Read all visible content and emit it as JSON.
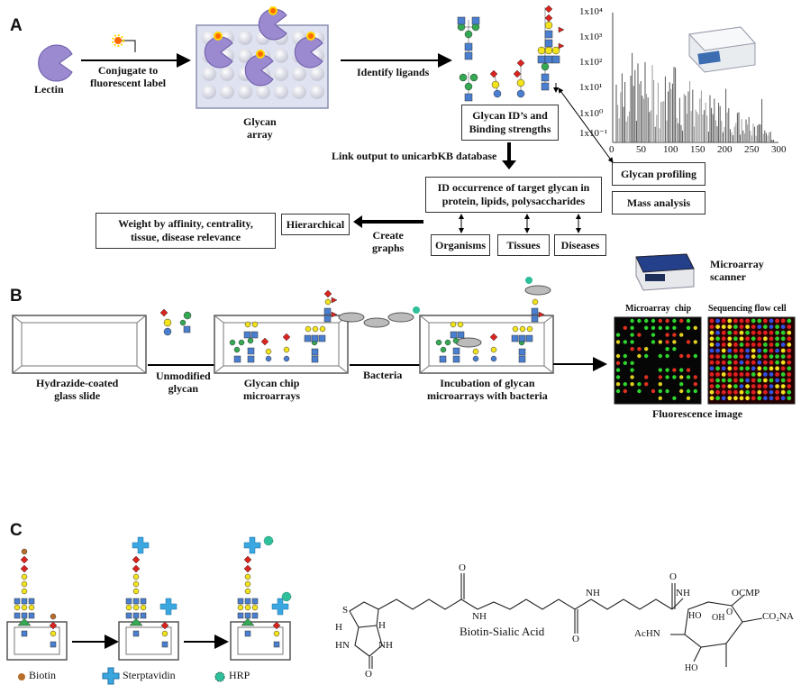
{
  "panels": {
    "a": "A",
    "b": "B",
    "c": "C"
  },
  "section_a": {
    "lectin": "Lectin",
    "conjugate": "Conjugate to\nfluorescent label",
    "glycan_array": "Glycan\narray",
    "identify_ligands": "Identify ligands",
    "glycan_ids": "Glycan ID’s and\nBinding strengths",
    "link_output": "Link output to unicarbKB database",
    "id_occurrence": "ID occurrence of target glycan in\nprotein, lipids, polysaccharides",
    "organisms": "Organisms",
    "tissues": "Tissues",
    "diseases": "Diseases",
    "hierarchical": "Hierarchical",
    "create_graphs": "Create\ngraphs",
    "weight_by": "Weight by affinity, centrality,\ntissue, disease relevance",
    "glycan_profiling": "Glycan profiling",
    "mass_analysis": "Mass analysis"
  },
  "spectrum": {
    "y_ticks": [
      "1x10⁴",
      "1x10³",
      "1x10²",
      "1x10¹",
      "1x10⁰",
      "1x10⁻¹"
    ],
    "x_ticks": [
      "0",
      "50",
      "100",
      "150",
      "200",
      "250",
      "300"
    ]
  },
  "section_b": {
    "hydrazide": "Hydrazide-coated\nglass slide",
    "unmodified": "Unmodified\nglycan",
    "glycan_chip": "Glycan chip\nmicroarrays",
    "bacteria": "Bacteria",
    "incubation": "Incubation of glycan\nmicroarrays with bacteria",
    "microarray_scanner": "Microarray\nscanner",
    "microarray_chip": "Microarray  chip",
    "sequencing_flow_cell": "Sequencing flow cell",
    "fluorescence_image": "Fluorescence image"
  },
  "section_c": {
    "biotin": "Biotin",
    "streptavidin": "Sterptavidin",
    "hrp": "HRP",
    "biotin_sialic_acid": "Biotin-Sialic Acid",
    "chem": {
      "s": "S",
      "h": "H",
      "nh": "NH",
      "hn": "HN",
      "o": "O",
      "ho": "HO",
      "oh": "OH",
      "ocmp": "OCMP",
      "co2na": "CO₂NA",
      "achn": "AcHN"
    }
  },
  "colors": {
    "lectin": "#9b8ad0",
    "blue": "#4a7fd0",
    "yellow": "#f2e31a",
    "green": "#34a853",
    "red": "#d9231f",
    "purple": "#8b2f8b"
  }
}
